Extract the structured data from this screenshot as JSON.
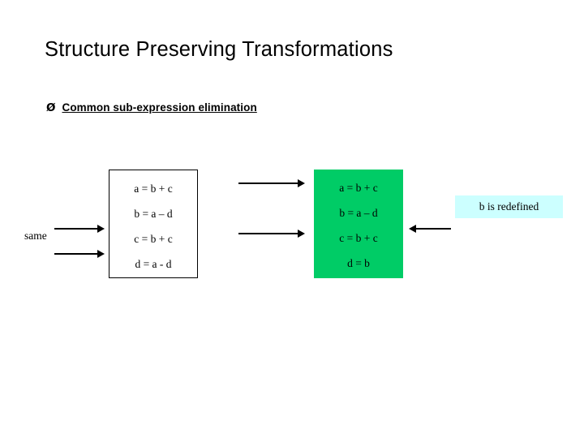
{
  "slide": {
    "title": "Structure Preserving Transformations",
    "bullet": {
      "glyph": "Ø",
      "text": "Common sub-expression elimination"
    },
    "same_label": "same",
    "callout": "b is redefined",
    "left_box": {
      "lines": [
        "a  = b + c",
        "b = a – d",
        "c = b + c",
        "d = a - d"
      ]
    },
    "right_box": {
      "lines": [
        "a  = b + c",
        "b = a – d",
        "c = b + c",
        "d = b"
      ]
    },
    "colors": {
      "right_box_fill": "#00cc66",
      "callout_fill": "#ccffff",
      "text": "#000000",
      "background": "#ffffff"
    }
  }
}
